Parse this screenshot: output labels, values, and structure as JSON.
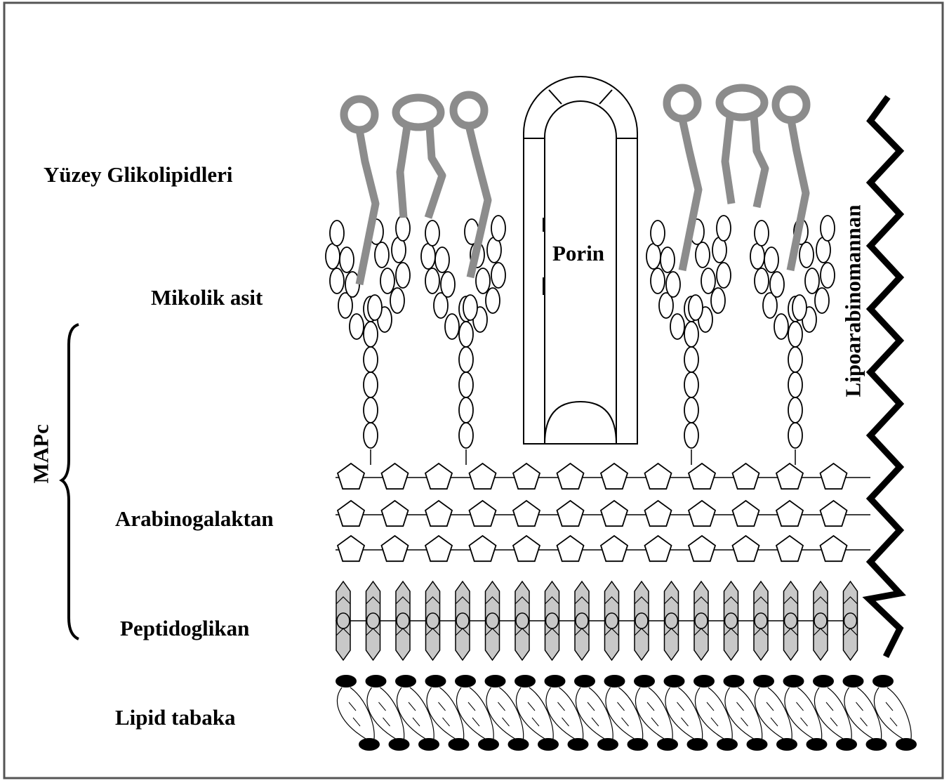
{
  "labels": {
    "surface_glycolipids": "Yüzey Glikolipidleri",
    "mycolic_acid": "Mikolik asit",
    "mapc": "MAPc",
    "arabinogalactan": "Arabinogalaktan",
    "peptidoglycan": "Peptidoglikan",
    "lipid_layer": "Lipid tabaka",
    "porin": "Porin",
    "lipoarabinomannan": "Lipoarabinomannan"
  },
  "colors": {
    "glycolipid": "#8c8c8c",
    "peptidoglycan_fill": "#c8c8c8",
    "outline": "#000000",
    "background": "#ffffff"
  }
}
